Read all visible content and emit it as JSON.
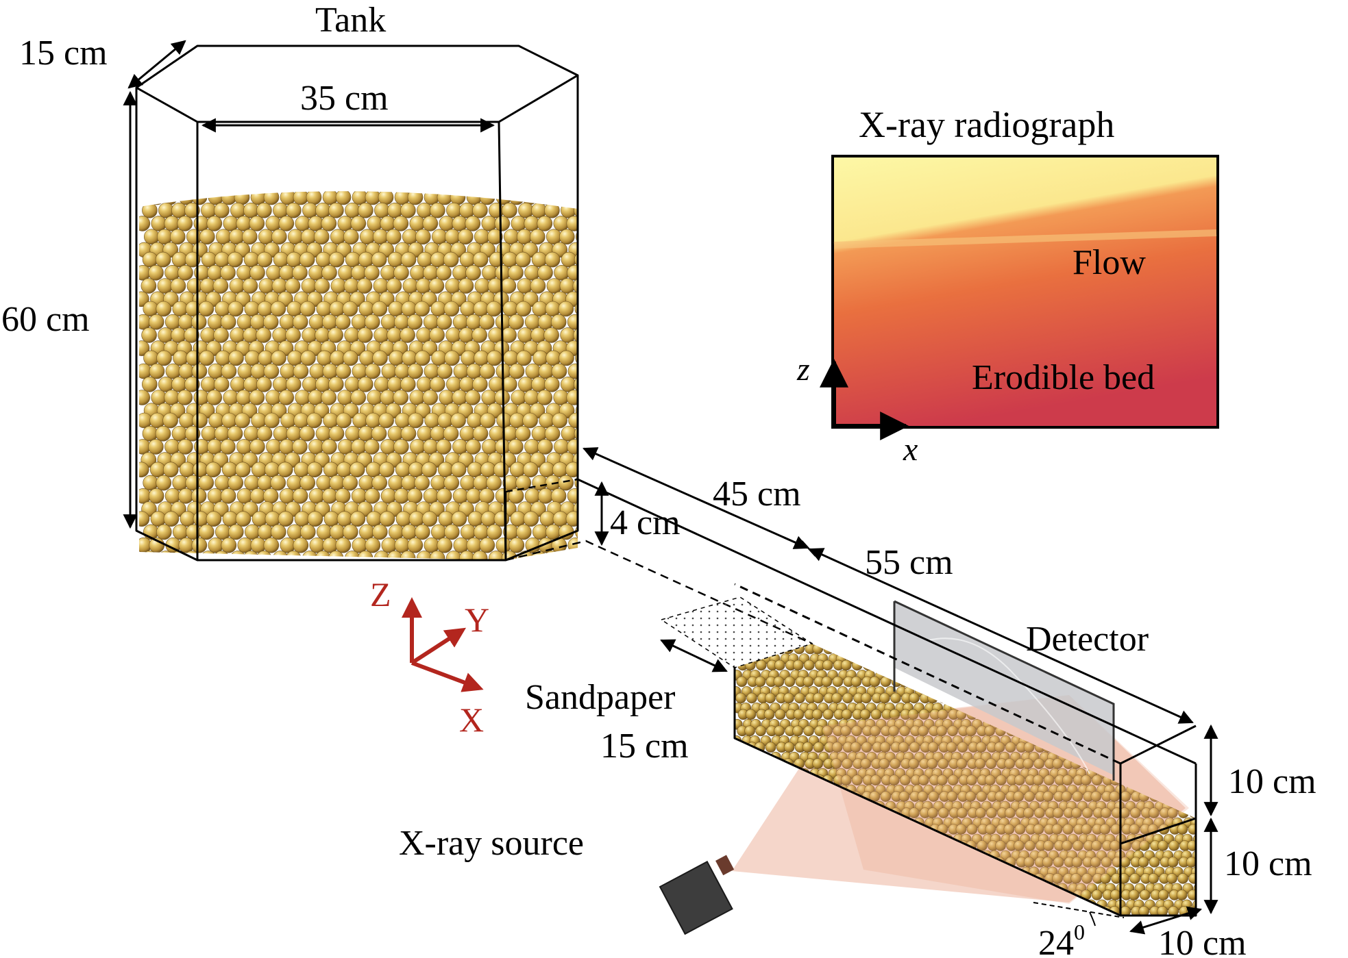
{
  "labels": {
    "tank": "Tank",
    "tank_depth": "15 cm",
    "tank_width": "35 cm",
    "tank_height": "60 cm",
    "gate_height": "4 cm",
    "channel_upper": "45 cm",
    "channel_lower": "55 cm",
    "detector": "Detector",
    "sandpaper": "Sandpaper",
    "sandpaper_len": "15 cm",
    "xray_source": "X-ray source",
    "channel_height_top": "10 cm",
    "channel_height_bottom": "10 cm",
    "channel_width": "10 cm",
    "angle": "24",
    "angle_sup": "0"
  },
  "radiograph": {
    "title": "X-ray radiograph",
    "flow": "Flow",
    "bed": "Erodible bed",
    "axis_z": "z",
    "axis_x": "x",
    "colors": {
      "air": "#fdf6a0",
      "flow": "#ec7a3c",
      "bed": "#cf3a48"
    }
  },
  "axes": {
    "z": "Z",
    "y": "Y",
    "x": "X",
    "color": "#b3261e"
  },
  "colors": {
    "bead": "#d7b55a",
    "bead_light": "#fbeeb4",
    "bead_dark": "#8a6a25",
    "detector": "#c8c9cc",
    "beam": "#e9a48a"
  }
}
